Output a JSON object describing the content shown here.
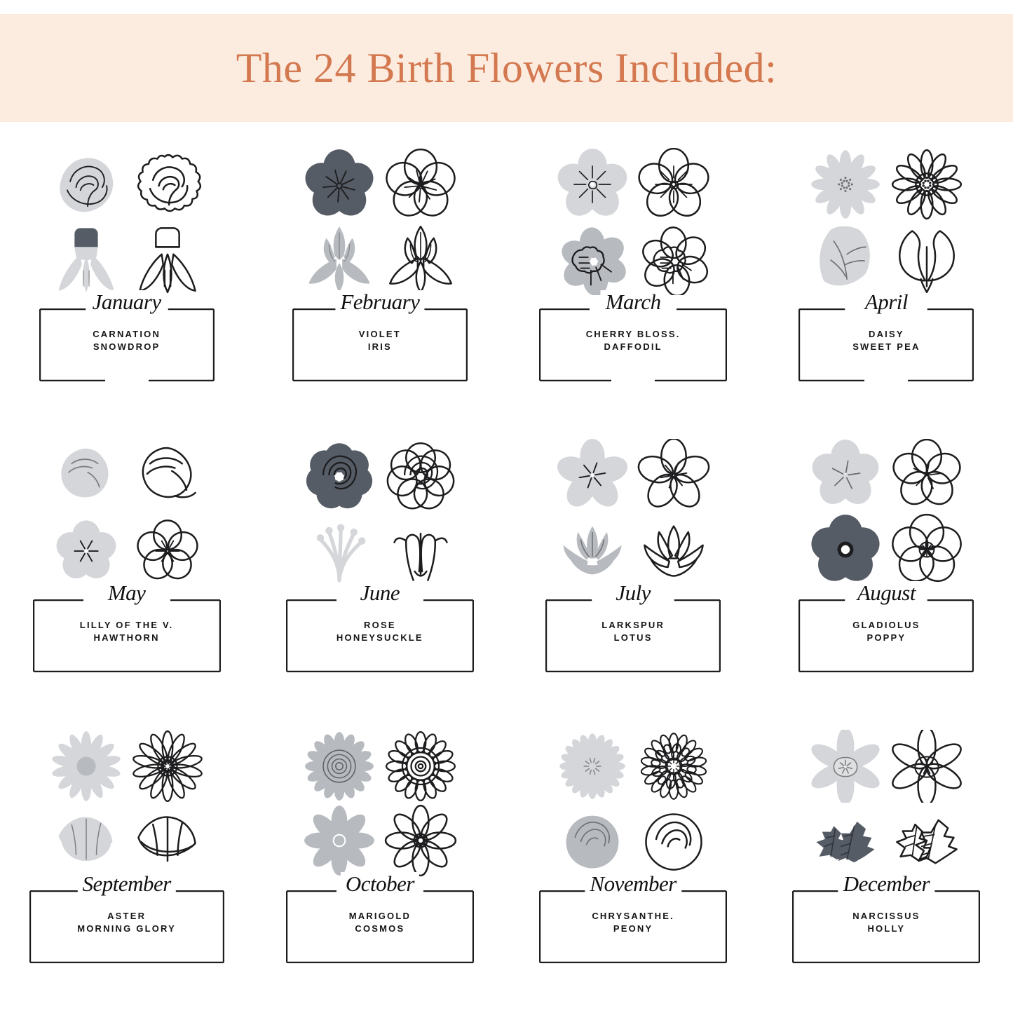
{
  "header": {
    "title": "The 24 Birth Flowers Included:",
    "background_color": "#fcece0",
    "title_color": "#d3784f"
  },
  "palette": {
    "dark_fill": "#565c66",
    "mid_fill": "#b7babf",
    "light_fill": "#d4d6d9",
    "outline": "#1d1d1f",
    "page_background": "#ffffff"
  },
  "months": [
    {
      "month": "January",
      "flowers": [
        "CARNATION",
        "SNOWDROP"
      ],
      "icons": [
        "carnation-filled-icon",
        "carnation-outline-icon",
        "snowdrop-filled-icon",
        "snowdrop-outline-icon"
      ],
      "box_bottom_gap": true,
      "width": "normal"
    },
    {
      "month": "February",
      "flowers": [
        "VIOLET",
        "IRIS"
      ],
      "icons": [
        "violet-filled-icon",
        "violet-outline-icon",
        "iris-filled-icon",
        "iris-outline-icon"
      ],
      "box_bottom_gap": false,
      "width": "normal"
    },
    {
      "month": "March",
      "flowers": [
        "CHERRY BLOSS.",
        "DAFFODIL"
      ],
      "icons": [
        "cherry-blossom-filled-icon",
        "cherry-blossom-outline-icon",
        "daffodil-filled-icon",
        "daffodil-outline-icon"
      ],
      "box_bottom_gap": true,
      "width": "wide"
    },
    {
      "month": "April",
      "flowers": [
        "DAISY",
        "SWEET PEA"
      ],
      "icons": [
        "daisy-filled-icon",
        "daisy-outline-icon",
        "sweet-pea-filled-icon",
        "sweet-pea-outline-icon"
      ],
      "box_bottom_gap": true,
      "width": "normal"
    },
    {
      "month": "May",
      "flowers": [
        "LILLY OF THE V.",
        "HAWTHORN"
      ],
      "icons": [
        "lily-of-valley-filled-icon",
        "lily-of-valley-outline-icon",
        "hawthorn-filled-icon",
        "hawthorn-outline-icon"
      ],
      "box_bottom_gap": false,
      "width": "wide"
    },
    {
      "month": "June",
      "flowers": [
        "ROSE",
        "HONEYSUCKLE"
      ],
      "icons": [
        "rose-filled-icon",
        "rose-outline-icon",
        "honeysuckle-filled-icon",
        "honeysuckle-outline-icon"
      ],
      "box_bottom_gap": false,
      "width": "wide"
    },
    {
      "month": "July",
      "flowers": [
        "LARKSPUR",
        "LOTUS"
      ],
      "icons": [
        "larkspur-filled-icon",
        "larkspur-outline-icon",
        "lotus-filled-icon",
        "lotus-outline-icon"
      ],
      "box_bottom_gap": false,
      "width": "normal"
    },
    {
      "month": "August",
      "flowers": [
        "GLADIOLUS",
        "POPPY"
      ],
      "icons": [
        "gladiolus-filled-icon",
        "gladiolus-outline-icon",
        "poppy-filled-icon",
        "poppy-outline-icon"
      ],
      "box_bottom_gap": false,
      "width": "normal"
    },
    {
      "month": "September",
      "flowers": [
        "ASTER",
        "MORNING GLORY"
      ],
      "icons": [
        "aster-filled-icon",
        "aster-outline-icon",
        "morning-glory-filled-icon",
        "morning-glory-outline-icon"
      ],
      "box_bottom_gap": false,
      "width": "xwide"
    },
    {
      "month": "October",
      "flowers": [
        "MARIGOLD",
        "COSMOS"
      ],
      "icons": [
        "marigold-filled-icon",
        "marigold-outline-icon",
        "cosmos-filled-icon",
        "cosmos-outline-icon"
      ],
      "box_bottom_gap": false,
      "width": "wide"
    },
    {
      "month": "November",
      "flowers": [
        "CHRYSANTHE.",
        "PEONY"
      ],
      "icons": [
        "chrysanthemum-filled-icon",
        "chrysanthemum-outline-icon",
        "peony-filled-icon",
        "peony-outline-icon"
      ],
      "box_bottom_gap": false,
      "width": "wide"
    },
    {
      "month": "December",
      "flowers": [
        "NARCISSUS",
        "HOLLY"
      ],
      "icons": [
        "narcissus-filled-icon",
        "narcissus-outline-icon",
        "holly-filled-icon",
        "holly-outline-icon"
      ],
      "box_bottom_gap": false,
      "width": "wide"
    }
  ]
}
